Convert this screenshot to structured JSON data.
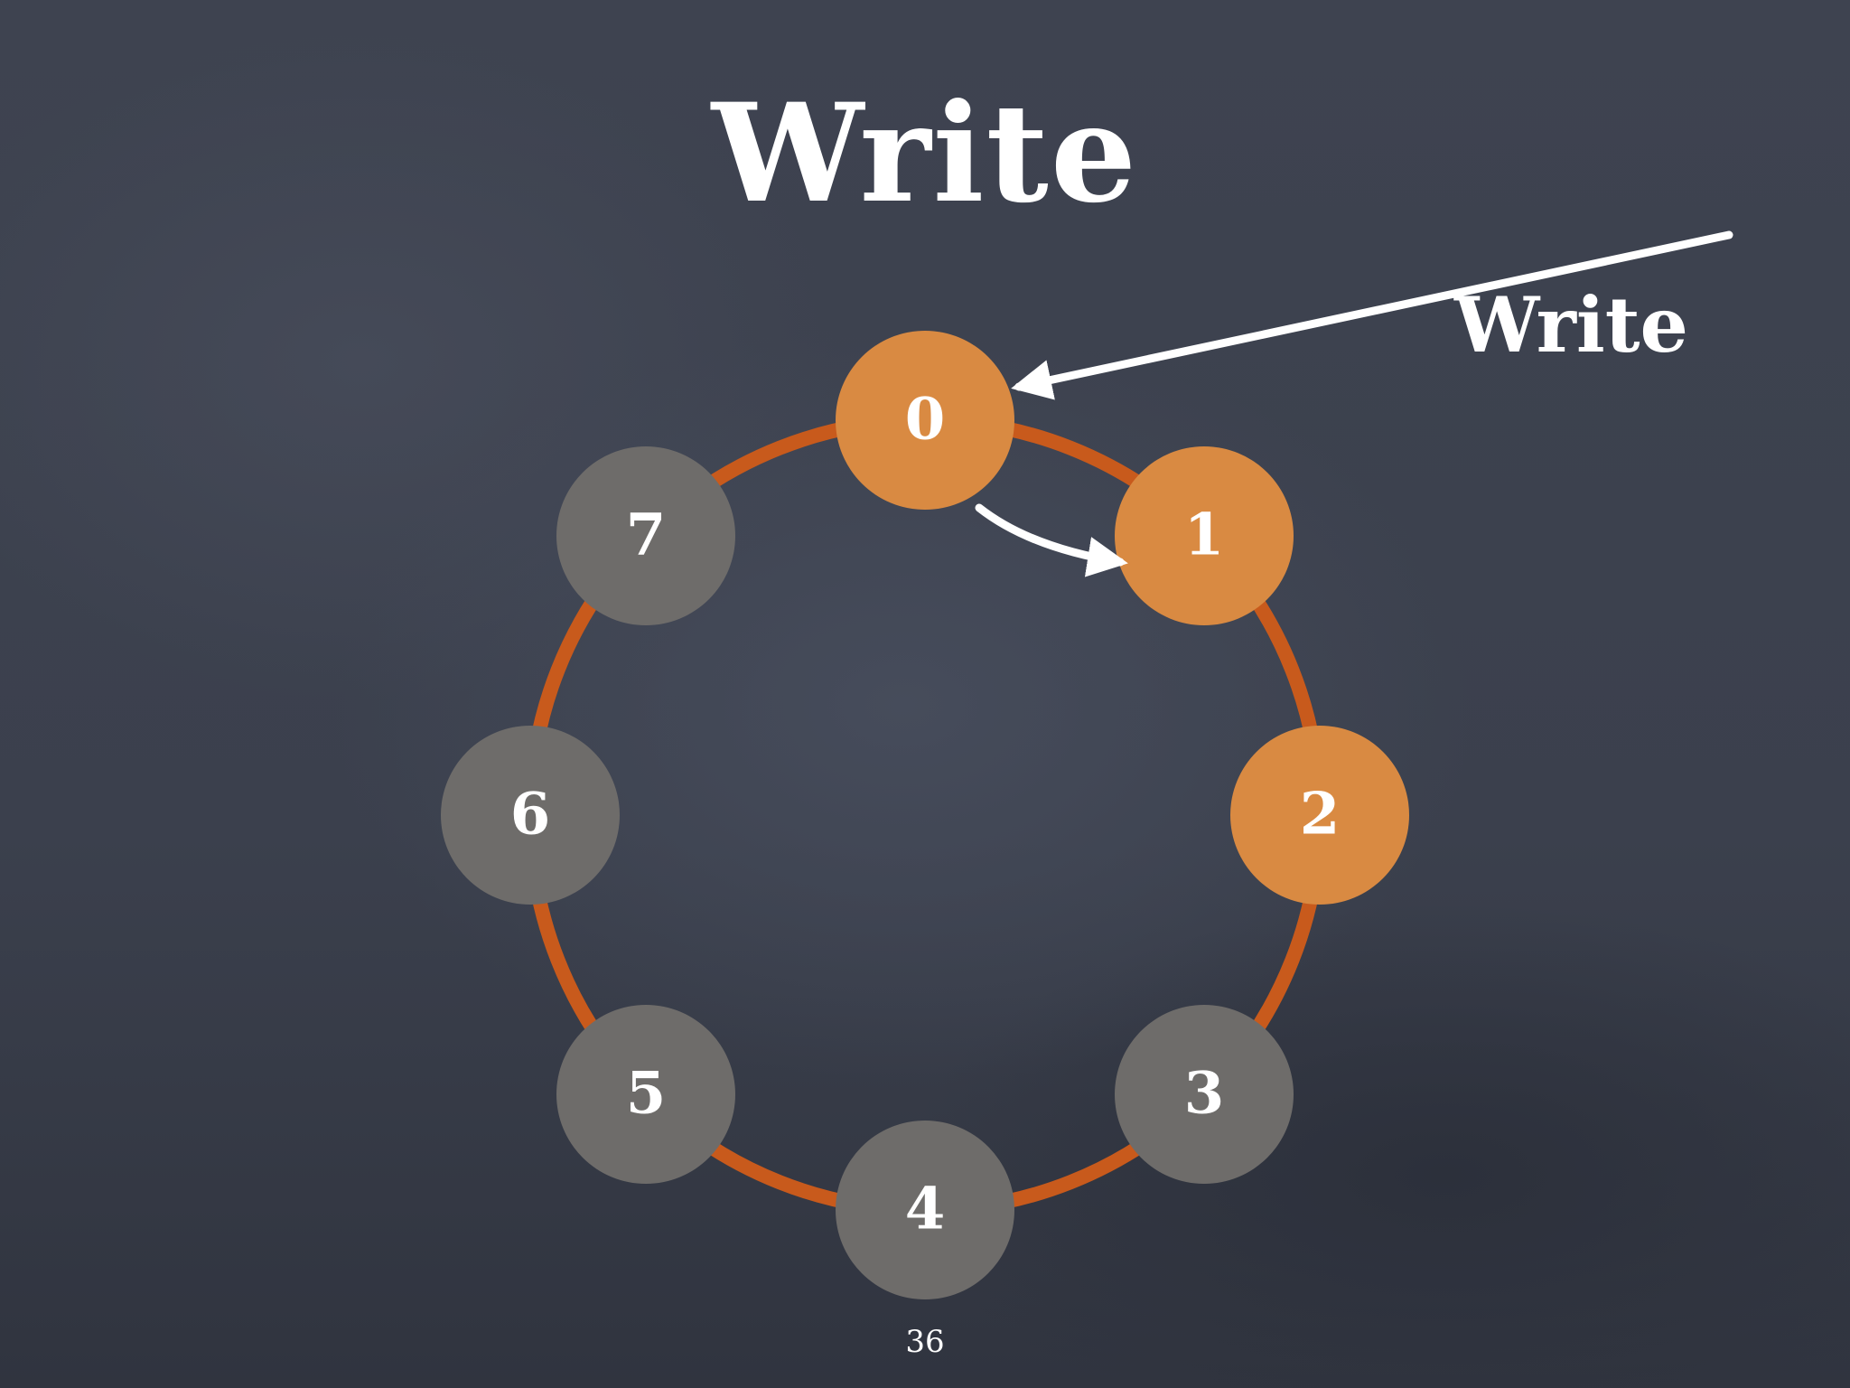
{
  "slide": {
    "title": "Write",
    "page_number": "36"
  },
  "write_label": "Write",
  "colors": {
    "background": "#3b404d",
    "ring": "#c85a1c",
    "active_node": "#d98a42",
    "inactive_node": "#6e6c6a",
    "chalk": "#ffffff"
  },
  "ring": {
    "nodes": [
      {
        "label": "0",
        "state": "active"
      },
      {
        "label": "1",
        "state": "active"
      },
      {
        "label": "2",
        "state": "active"
      },
      {
        "label": "3",
        "state": "inactive"
      },
      {
        "label": "4",
        "state": "inactive"
      },
      {
        "label": "5",
        "state": "inactive"
      },
      {
        "label": "6",
        "state": "inactive"
      },
      {
        "label": "7",
        "state": "inactive"
      }
    ],
    "arrows": [
      {
        "from": "write_label",
        "to": "0"
      },
      {
        "from": "0",
        "to": "1"
      }
    ]
  }
}
